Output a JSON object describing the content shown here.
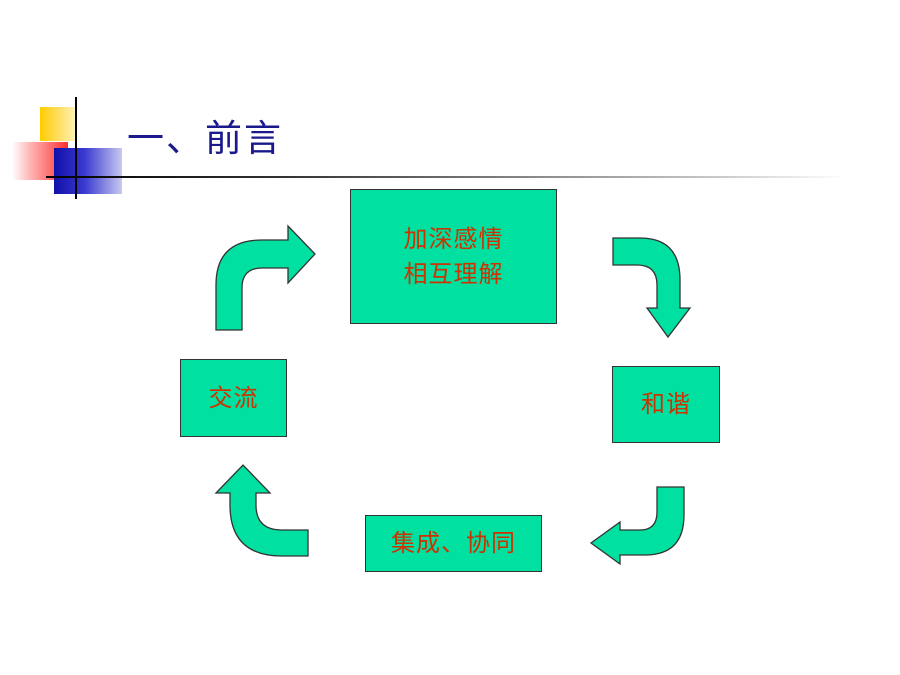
{
  "slide": {
    "title": "一、前言"
  },
  "cycle": {
    "steps": [
      {
        "lines": [
          "加深感情",
          "相互理解"
        ]
      },
      {
        "lines": [
          "和谐"
        ]
      },
      {
        "lines": [
          "集成、协同"
        ]
      },
      {
        "lines": [
          "交流"
        ]
      }
    ]
  },
  "colors": {
    "box_fill": "#00e0a0",
    "box_text": "#cc3300",
    "title_text": "#1a1a8c"
  }
}
